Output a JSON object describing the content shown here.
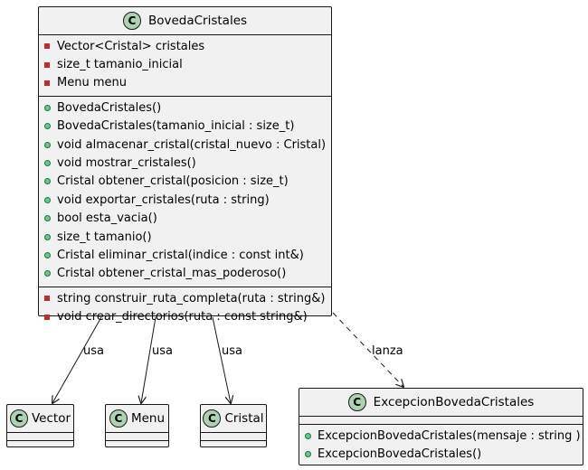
{
  "diagram": {
    "main_class": {
      "stereotype": "C",
      "name": "BovedaCristales",
      "attributes": [
        {
          "visibility": "private",
          "text": "Vector<Cristal> cristales"
        },
        {
          "visibility": "private",
          "text": "size_t tamanio_inicial"
        },
        {
          "visibility": "private",
          "text": "Menu menu"
        }
      ],
      "public_methods": [
        {
          "visibility": "public",
          "text": "BovedaCristales()"
        },
        {
          "visibility": "public",
          "text": "BovedaCristales(tamanio_inicial : size_t)"
        },
        {
          "visibility": "public",
          "text": "void almacenar_cristal(cristal_nuevo : Cristal)"
        },
        {
          "visibility": "public",
          "text": "void mostrar_cristales()"
        },
        {
          "visibility": "public",
          "text": "Cristal obtener_cristal(posicion : size_t)"
        },
        {
          "visibility": "public",
          "text": "void exportar_cristales(ruta : string)"
        },
        {
          "visibility": "public",
          "text": "bool esta_vacia()"
        },
        {
          "visibility": "public",
          "text": "size_t tamanio()"
        },
        {
          "visibility": "public",
          "text": "Cristal eliminar_cristal(indice : const int&)"
        },
        {
          "visibility": "public",
          "text": "Cristal obtener_cristal_mas_poderoso()"
        }
      ],
      "private_methods": [
        {
          "visibility": "private",
          "text": "string construir_ruta_completa(ruta : string&)"
        },
        {
          "visibility": "private",
          "text": "void crear_directorios(ruta : const string&)"
        }
      ]
    },
    "vector_class": {
      "stereotype": "C",
      "name": "Vector"
    },
    "menu_class": {
      "stereotype": "C",
      "name": "Menu"
    },
    "cristal_class": {
      "stereotype": "C",
      "name": "Cristal"
    },
    "exception_class": {
      "stereotype": "C",
      "name": "ExcepcionBovedaCristales",
      "methods": [
        {
          "visibility": "public",
          "text": "ExcepcionBovedaCristales(mensaje : string )"
        },
        {
          "visibility": "public",
          "text": "ExcepcionBovedaCristales()"
        }
      ]
    },
    "relations": {
      "vector_label": "usa",
      "menu_label": "usa",
      "cristal_label": "usa",
      "exception_label": "lanza"
    },
    "colors": {
      "class_fill": "#F1F1F1",
      "border": "#181818",
      "class_icon": "#ADD1B2",
      "private_marker": "#C82930",
      "public_marker": "#84BE84"
    }
  }
}
